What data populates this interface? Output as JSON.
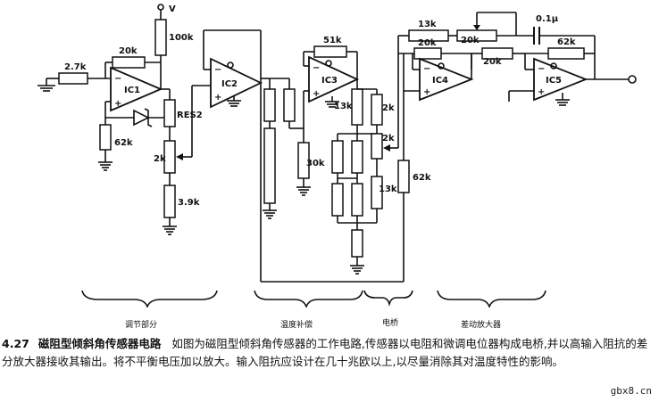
{
  "diagram": {
    "labels": {
      "vplus": "V",
      "r100k": "100k",
      "r20k_ic1": "20k",
      "r27k": "2.7k",
      "ic1": "IC1",
      "res2": "RES2",
      "r62k_ic1": "62k",
      "r2k_pot": "2k",
      "r39k": "3.9k",
      "ic2": "IC2",
      "r51k": "51k",
      "ic3": "IC3",
      "r13k_a": "13k",
      "r30k": "30k",
      "r2k_a": "2k",
      "r2k_b": "2k",
      "r13k_b": "13k",
      "r62k_b": "62k",
      "r13k_top": "13k",
      "r20k_a": "20k",
      "r20k_pot": "20k",
      "r20k_b": "20k",
      "ic4": "IC4",
      "cap": "0.1μ",
      "r62k_c": "62k",
      "ic5": "IC5"
    },
    "sections": {
      "adjust": "调节部分",
      "temp_comp": "温度补偿",
      "bridge": "电桥",
      "diff_amp": "差动放大器"
    }
  },
  "caption": {
    "number": "4.27",
    "title": "磁阻型倾斜角传感器电路",
    "body": "如图为磁阻型倾斜角传感器的工作电路,传感器以电阻和微调电位器构成电桥,并以高输入阻抗的差分放大器接收其输出。将不平衡电压加以放大。输入阻抗应设计在几十兆欧以上,以尽量消除其对温度特性的影响。"
  },
  "watermark": "gbx8.cn"
}
